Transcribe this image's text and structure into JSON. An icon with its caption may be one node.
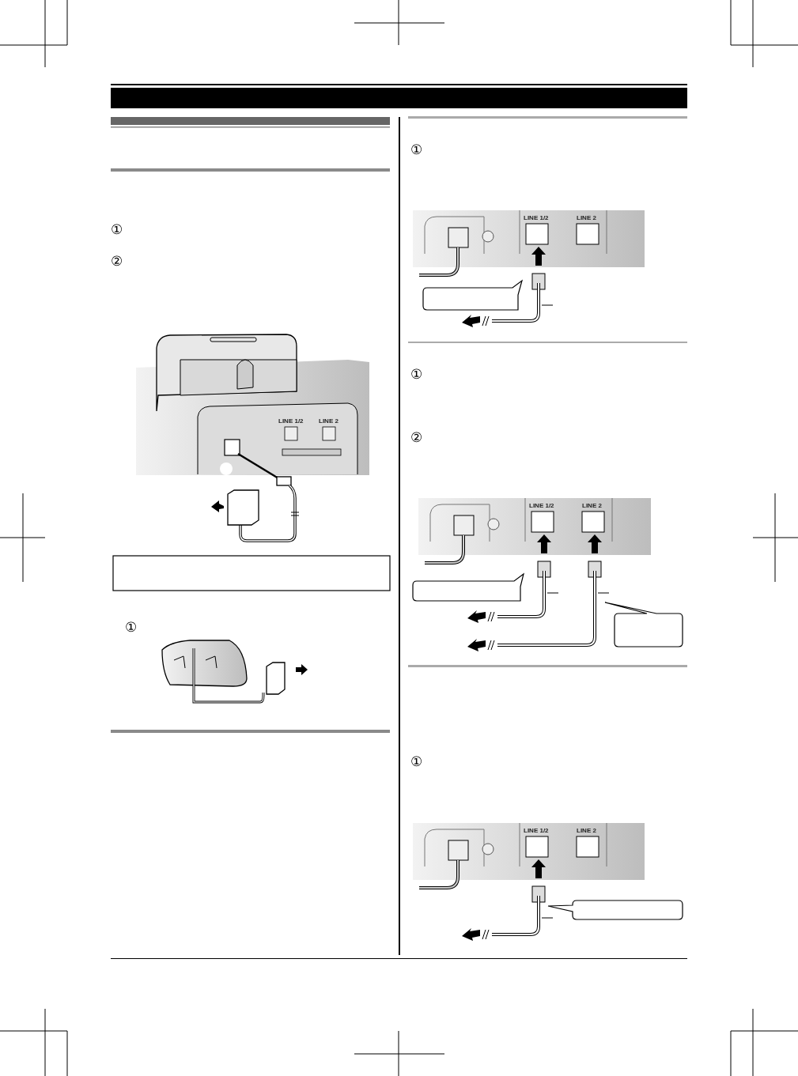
{
  "diagram": {
    "nodes": [
      {
        "text": [],
        "shape": "box"
      }
    ],
    "labels": [
      "①",
      "②",
      "LINE 1/2",
      "LINE 2",
      "①",
      "①",
      "LINE 1/2",
      "LINE 2",
      "①",
      "②",
      "LINE 1/2",
      "LINE 2",
      "①",
      "LINE 1/2",
      "LINE 2"
    ]
  }
}
